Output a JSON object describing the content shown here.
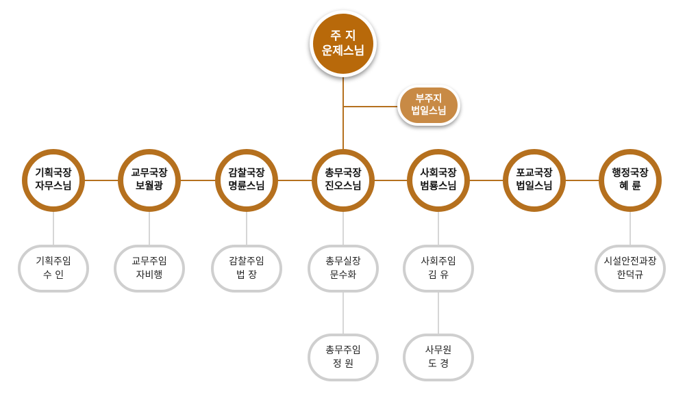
{
  "head": {
    "title": "주 지",
    "name": "운제스님"
  },
  "vice": {
    "title": "부주지",
    "name": "법일스님"
  },
  "departments": [
    {
      "title": "기획국장",
      "name": "자무스님"
    },
    {
      "title": "교무국장",
      "name": "보월광"
    },
    {
      "title": "감찰국장",
      "name": "명륜스님"
    },
    {
      "title": "총무국장",
      "name": "진오스님"
    },
    {
      "title": "사회국장",
      "name": "범룡스님"
    },
    {
      "title": "포교국장",
      "name": "법일스님"
    },
    {
      "title": "행정국장",
      "name": "혜 륜"
    }
  ],
  "staff": {
    "planning": {
      "title": "기획주임",
      "name": "수 인"
    },
    "education": {
      "title": "교무주임",
      "name": "자비행"
    },
    "inspection": {
      "title": "감찰주임",
      "name": "법 장"
    },
    "general_chief": {
      "title": "총무실장",
      "name": "문수화"
    },
    "general_assistant": {
      "title": "총무주임",
      "name": "정 원"
    },
    "social_assistant": {
      "title": "사회주임",
      "name": "김 유"
    },
    "social_clerk": {
      "title": "사무원",
      "name": "도 경"
    },
    "admin_manager": {
      "title": "시설안전과장",
      "name": "한덕규"
    }
  }
}
